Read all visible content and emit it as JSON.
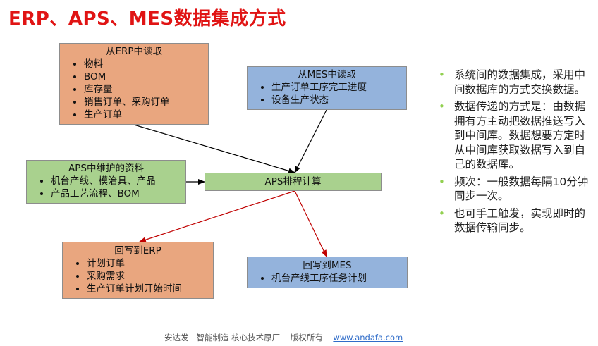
{
  "title": "ERP、APS、MES数据集成方式",
  "boxes": {
    "erp_read": {
      "heading": "从ERP中读取",
      "items": [
        "物料",
        "BOM",
        "库存量",
        "销售订单、采购订单",
        "生产订单"
      ]
    },
    "mes_read": {
      "heading": "从MES中读取",
      "items": [
        "生产订单工序完工进度",
        "设备生产状态"
      ]
    },
    "aps_maint": {
      "heading": "APS中维护的资料",
      "items": [
        "机台产线、模治具、产品",
        "产品工艺流程、BOM"
      ]
    },
    "aps_calc": {
      "heading": "APS排程计算"
    },
    "writeback_erp": {
      "heading": "回写到ERP",
      "items": [
        "计划订单",
        "采购需求",
        "生产订单计划开始时间"
      ]
    },
    "writeback_mes": {
      "heading": "回写到MES",
      "items": [
        "机台产线工序任务计划"
      ]
    }
  },
  "side_notes": [
    "系统间的数据集成，采用中间数据库的方式交换数据。",
    "数据传递的方式是：由数据拥有方主动把数据推送写入到中间库。数据想要方定时从中间库获取数据写入到自己的数据库。",
    "频次：一般数据每隔10分钟同步一次。",
    "也可手工触发，实现即时的数据传输同步。"
  ],
  "footer": {
    "text": "安达发   智能制造 核心技术原厂    版权所有    ",
    "link": "www.andafa.com"
  },
  "colors": {
    "title": "#e01414",
    "orange_box": "#e9a67f",
    "blue_box": "#94b3dc",
    "green_box": "#a9d18e",
    "read_arrow": "#000000",
    "write_arrow": "#c00000",
    "bullet": "#92d050"
  }
}
